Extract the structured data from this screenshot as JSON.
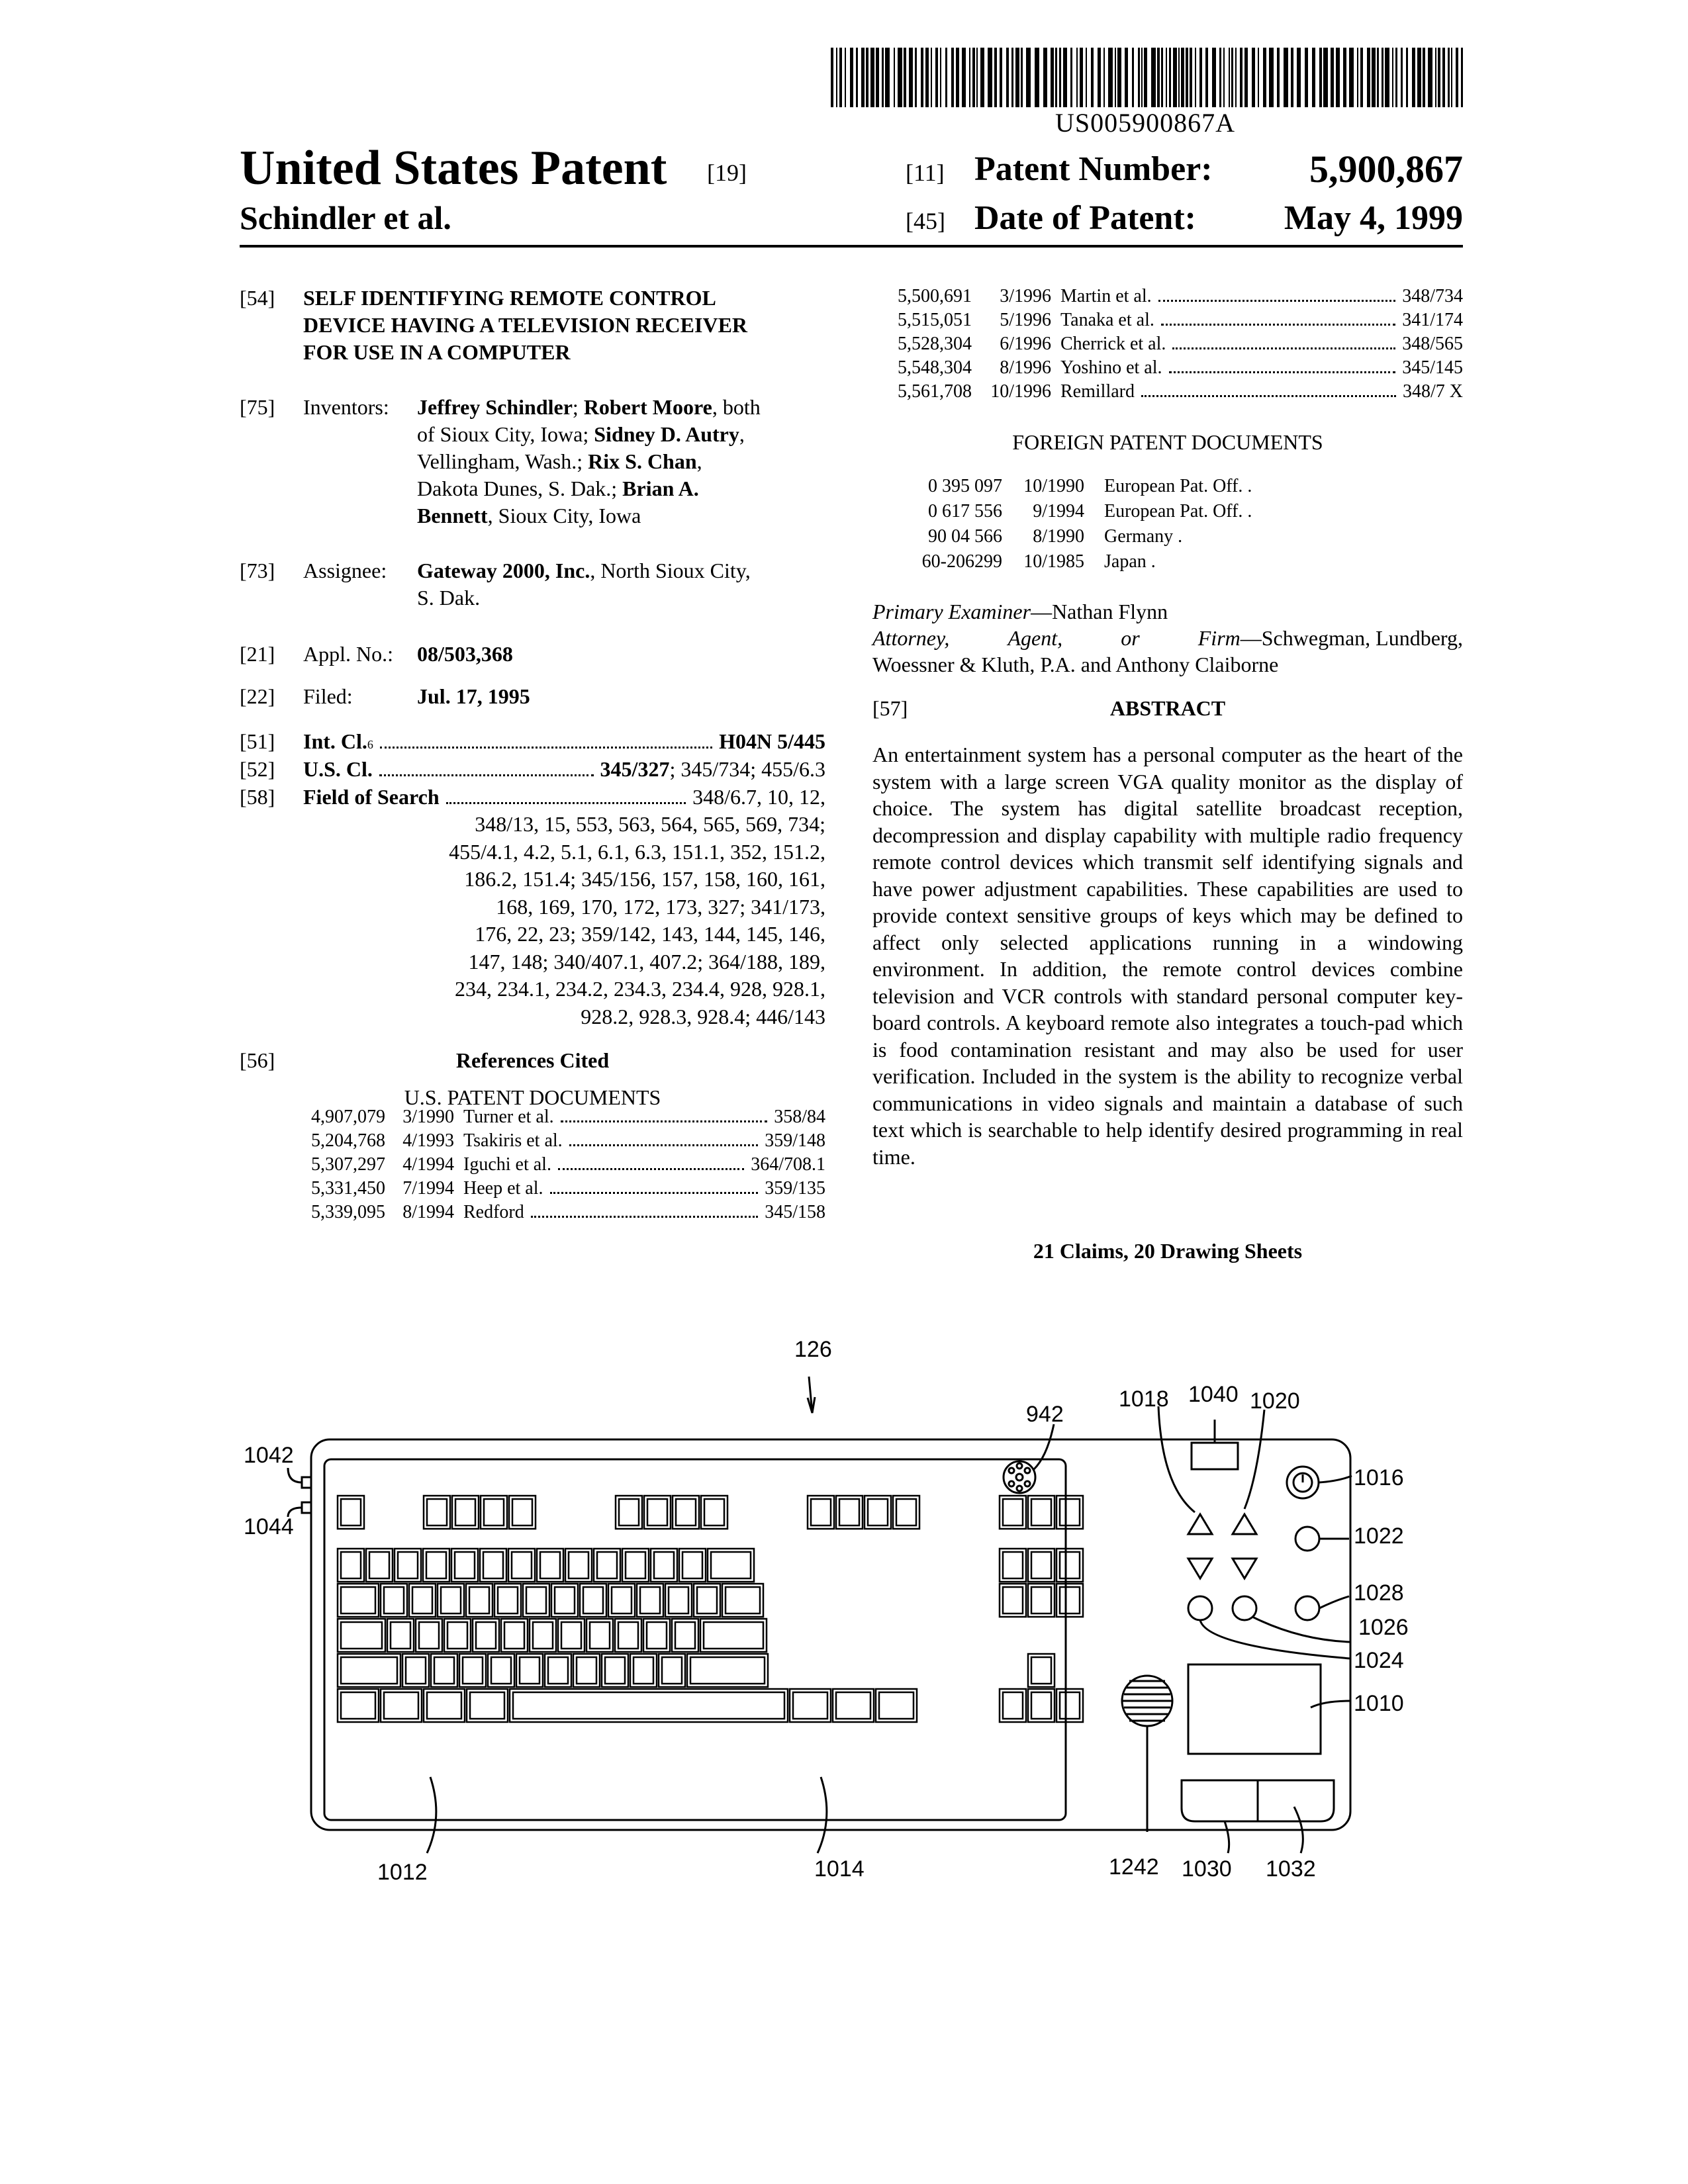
{
  "barcode": {
    "number": "US005900867A"
  },
  "header": {
    "title": "United States Patent",
    "title_code": "[19]",
    "authors": "Schindler et al.",
    "patent_number_code": "[11]",
    "patent_number_label": "Patent Number:",
    "patent_number": "5,900,867",
    "date_code": "[45]",
    "date_label": "Date of Patent:",
    "date": "May 4, 1999"
  },
  "fields": {
    "title": {
      "code": "[54]",
      "lines": [
        "SELF IDENTIFYING REMOTE CONTROL",
        "DEVICE HAVING A TELEVISION RECEIVER",
        "FOR USE IN A COMPUTER"
      ]
    },
    "inventors": {
      "code": "[75]",
      "label": "Inventors:",
      "n1": "Jeffrey Schindler",
      "s1": "; ",
      "n2": "Robert Moore",
      "s2": ", both",
      "s3": "of Sioux City, Iowa; ",
      "n3": "Sidney D. Autry",
      "s4": ",",
      "s5": "Vellingham, Wash.; ",
      "n4": "Rix S. Chan",
      "s6": ",",
      "s7": "Dakota Dunes, S. Dak.; ",
      "n5": "Brian A.",
      "n5b": "Bennett",
      "s8": ", Sioux City, Iowa"
    },
    "assignee": {
      "code": "[73]",
      "label": "Assignee:",
      "name": "Gateway 2000, Inc.",
      "rest1": ", North Sioux City,",
      "rest2": "S. Dak."
    },
    "appl_no": {
      "code": "[21]",
      "label": "Appl. No.:",
      "value": "08/503,368"
    },
    "filed": {
      "code": "[22]",
      "label": "Filed:",
      "value": "Jul. 17, 1995"
    },
    "int_cl": {
      "code": "[51]",
      "label": "Int. Cl.",
      "sup": "6",
      "value": "H04N 5/445"
    },
    "us_cl": {
      "code": "[52]",
      "label": "U.S. Cl.",
      "main": "345/327",
      "rest": "; 345/734; 455/6.3"
    },
    "field_of_search": {
      "code": "[58]",
      "label": "Field of Search",
      "first": "348/6.7, 10, 12,",
      "lines": [
        "348/13, 15, 553, 563, 564, 565, 569, 734;",
        "455/4.1, 4.2, 5.1, 6.1, 6.3, 151.1, 352, 151.2,",
        "186.2, 151.4; 345/156, 157, 158, 160, 161,",
        "168, 169, 170, 172, 173, 327; 341/173,",
        "176, 22, 23; 359/142, 143, 144, 145, 146,",
        "147, 148; 340/407.1, 407.2; 364/188, 189,",
        "234, 234.1, 234.2, 234.3, 234.4, 928, 928.1,",
        "928.2, 928.3, 928.4; 446/143"
      ]
    },
    "references": {
      "code": "[56]",
      "heading": "References Cited",
      "subheading": "U.S. PATENT DOCUMENTS"
    }
  },
  "us_patents_left": [
    {
      "number": "4,907,079",
      "date": "3/1990",
      "name": "Turner et al.",
      "class": "358/84"
    },
    {
      "number": "5,204,768",
      "date": "4/1993",
      "name": "Tsakiris et al.",
      "class": "359/148"
    },
    {
      "number": "5,307,297",
      "date": "4/1994",
      "name": "Iguchi et al.",
      "class": "364/708.1"
    },
    {
      "number": "5,331,450",
      "date": "7/1994",
      "name": "Heep et al.",
      "class": "359/135"
    },
    {
      "number": "5,339,095",
      "date": "8/1994",
      "name": "Redford",
      "class": "345/158"
    }
  ],
  "us_patents_right": [
    {
      "number": "5,500,691",
      "date": "3/1996",
      "name": "Martin et al.",
      "class": "348/734"
    },
    {
      "number": "5,515,051",
      "date": "5/1996",
      "name": "Tanaka et al.",
      "class": "341/174"
    },
    {
      "number": "5,528,304",
      "date": "6/1996",
      "name": "Cherrick et al.",
      "class": "348/565"
    },
    {
      "number": "5,548,304",
      "date": "8/1996",
      "name": "Yoshino et al.",
      "class": "345/145"
    },
    {
      "number": "5,561,708",
      "date": "10/1996",
      "name": "Remillard",
      "class": "348/7 X"
    }
  ],
  "foreign": {
    "heading": "FOREIGN PATENT DOCUMENTS",
    "items": [
      {
        "number": "0 395 097",
        "date": "10/1990",
        "office": "European Pat. Off. ."
      },
      {
        "number": "0 617 556",
        "date": "9/1994",
        "office": "European Pat. Off. ."
      },
      {
        "number": "90 04 566",
        "date": "8/1990",
        "office": "Germany ."
      },
      {
        "number": "60-206299",
        "date": "10/1985",
        "office": "Japan ."
      }
    ]
  },
  "examiner": {
    "primary_label": "Primary Examiner",
    "primary_name": "—Nathan Flynn",
    "attorney_label_1": "Attorney,",
    "attorney_label_2": "Agent,",
    "attorney_label_3": "or",
    "attorney_label_4": "Firm",
    "attorney_line1": "—Schwegman, Lundberg,",
    "attorney_line2": "Woessner & Kluth, P.A. and Anthony Claiborne"
  },
  "abstract": {
    "code": "[57]",
    "heading": "ABSTRACT",
    "text": "An entertainment system has a personal computer as the heart of the system with a large screen VGA quality monitor as the display of choice. The system has digital satellite broadcast reception, decompression and display capability with multiple radio frequency remote control devices which transmit self identifying signals and have power adjustment capabilities. These capabilities are used to provide context sensitive groups of keys which may be defined to affect only selected applications running in a windowing environment. In addition, the remote control devices combine television and VCR controls with standard personal computer key-board controls. A keyboard remote also integrates a touch-pad which is food contamination resistant and may also be used for user verification. Included in the system is the ability to recognize verbal communications in video signals and maintain a database of such text which is searchable to help identify desired programming in real time.",
    "claims": "21 Claims, 20 Drawing Sheets"
  },
  "drawing": {
    "labels": {
      "l126": "126",
      "l942": "942",
      "l1018": "1018",
      "l1040": "1040",
      "l1020": "1020",
      "l1042": "1042",
      "l1044": "1044",
      "l1016": "1016",
      "l1022": "1022",
      "l1028": "1028",
      "l1026": "1026",
      "l1024": "1024",
      "l1010": "1010",
      "l1012": "1012",
      "l1014": "1014",
      "l1242": "1242",
      "l1030": "1030",
      "l1032": "1032"
    }
  }
}
